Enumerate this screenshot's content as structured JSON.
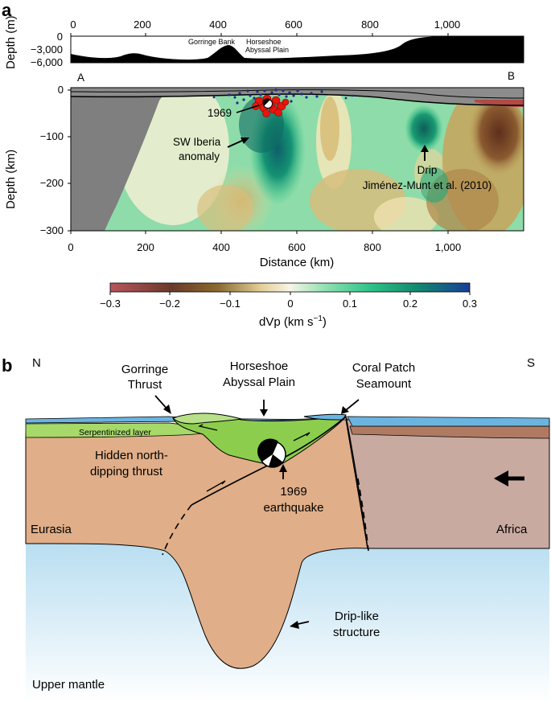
{
  "panel_a": {
    "label": "a",
    "topo": {
      "ylabel": "Depth (m)",
      "xticks": [
        "0",
        "200",
        "400",
        "600",
        "800",
        "1,000"
      ],
      "yticks": [
        "0",
        "−3,000",
        "−6,000"
      ],
      "annotations": [
        "Gorringe Bank",
        "Horseshoe",
        "Abyssal Plain"
      ]
    },
    "section": {
      "endpoint_a": "A",
      "endpoint_b": "B",
      "ylabel": "Depth (km)",
      "xlabel": "Distance (km)",
      "yticks": [
        "0",
        "−100",
        "−200",
        "−300"
      ],
      "xticks": [
        "0",
        "200",
        "400",
        "600",
        "800",
        "1,000"
      ],
      "event_label": "1969",
      "anomaly_label_1": "SW Iberia",
      "anomaly_label_2": "anomaly",
      "drip_label_1": "Drip",
      "drip_label_2": "Jiménez-Munt et al. (2010)"
    },
    "colorbar": {
      "ticks": [
        "−0.3",
        "−0.2",
        "−0.1",
        "0",
        "0.1",
        "0.2",
        "0.3"
      ],
      "label": "dVp (km s",
      "label_sup": "−1",
      "label_end": ")"
    }
  },
  "panel_b": {
    "label": "b",
    "north": "N",
    "south": "S",
    "gorringe_1": "Gorringe",
    "gorringe_2": "Thrust",
    "horseshoe_1": "Horseshoe",
    "horseshoe_2": "Abyssal Plain",
    "coral_1": "Coral Patch",
    "coral_2": "Seamount",
    "serpentinized": "Serpentinized layer",
    "hidden_1": "Hidden north-",
    "hidden_2": "dipping thrust",
    "quake_1": "1969",
    "quake_2": "earthquake",
    "eurasia": "Eurasia",
    "africa": "Africa",
    "drip_1": "Drip-like",
    "drip_2": "structure",
    "upper_mantle": "Upper mantle"
  },
  "colors": {
    "neg": "#8b2a2a",
    "zero": "#f5f3d8",
    "pos": "#0b4f7a",
    "eurasia": "#e0ae88",
    "africa": "#c9aaa0",
    "mantle_top": "#bfe3f3",
    "serpentine": "#a6d96a",
    "water": "#6bb4e0"
  }
}
